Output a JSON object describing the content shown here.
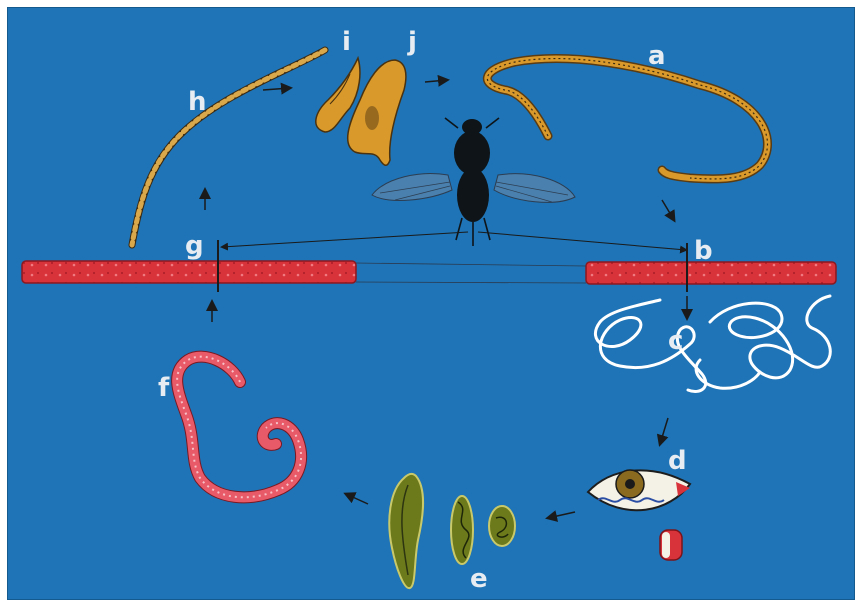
{
  "diagram": {
    "labels": {
      "a": "a",
      "b": "b",
      "c": "c",
      "d": "d",
      "e": "e",
      "f": "f",
      "g": "g",
      "h": "h",
      "i": "i",
      "j": "j"
    },
    "colors": {
      "background": "#1e74b6",
      "skin": "#d8323a",
      "larva_orange": "#d99a2b",
      "worm_white": "#ffffff",
      "worm_red": "#e85a68",
      "embryo_olive": "#6d7a1c",
      "fly": "#0e1418"
    }
  }
}
